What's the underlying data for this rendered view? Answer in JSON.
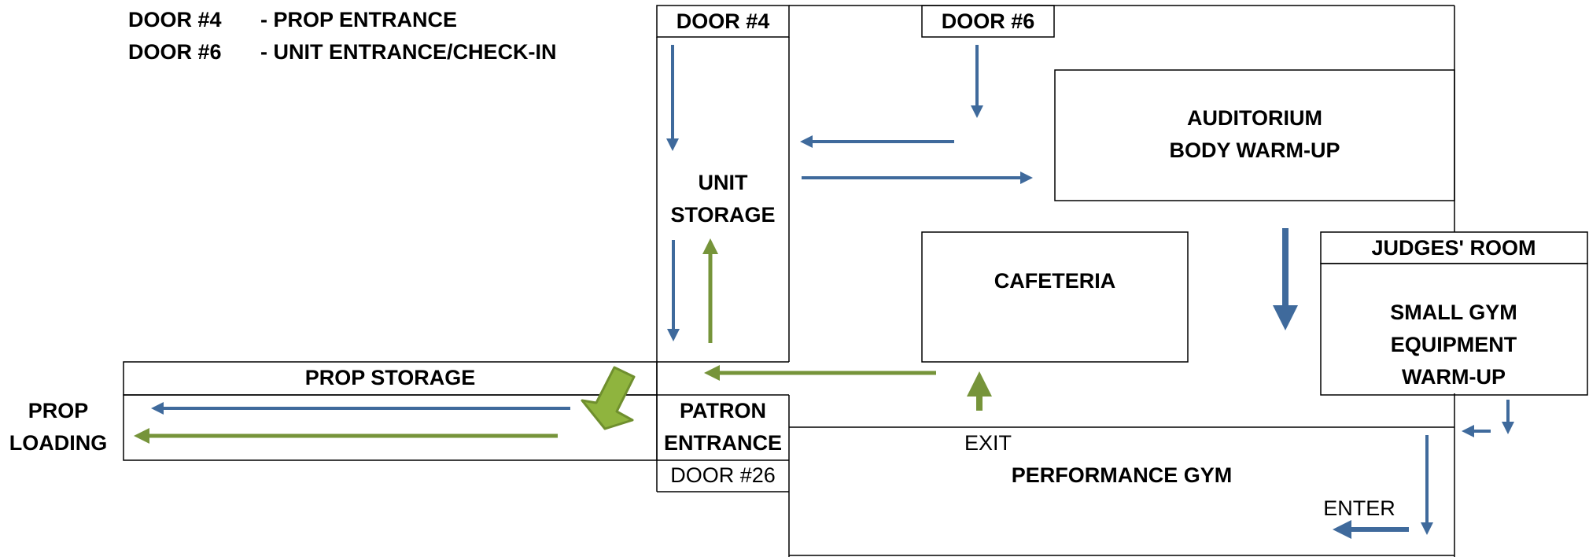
{
  "legend": [
    {
      "door": "DOOR #4",
      "description": "- PROP ENTRANCE"
    },
    {
      "door": "DOOR #6",
      "description": "- UNIT ENTRANCE/CHECK-IN"
    }
  ],
  "rooms": {
    "door4": "DOOR #4",
    "door6": "DOOR #6",
    "unit_storage": [
      "UNIT",
      "STORAGE"
    ],
    "auditorium": [
      "AUDITORIUM",
      "BODY WARM-UP"
    ],
    "cafeteria": "CAFETERIA",
    "judges_room": "JUDGES' ROOM",
    "small_gym": [
      "SMALL GYM",
      "EQUIPMENT",
      "WARM-UP"
    ],
    "prop_storage": "PROP STORAGE",
    "prop_loading": [
      "PROP",
      "LOADING"
    ],
    "patron_entrance": [
      "PATRON",
      "ENTRANCE"
    ],
    "door26": "DOOR #26",
    "performance_gym": "PERFORMANCE GYM",
    "exit": "EXIT",
    "enter": "ENTER"
  },
  "colors": {
    "blue_arrow": "#3f6a9c",
    "green_arrow": "#76943a",
    "big_arrow_fill": "#8fb43e",
    "big_arrow_stroke": "#6f8f2e",
    "wall": "#000000"
  }
}
